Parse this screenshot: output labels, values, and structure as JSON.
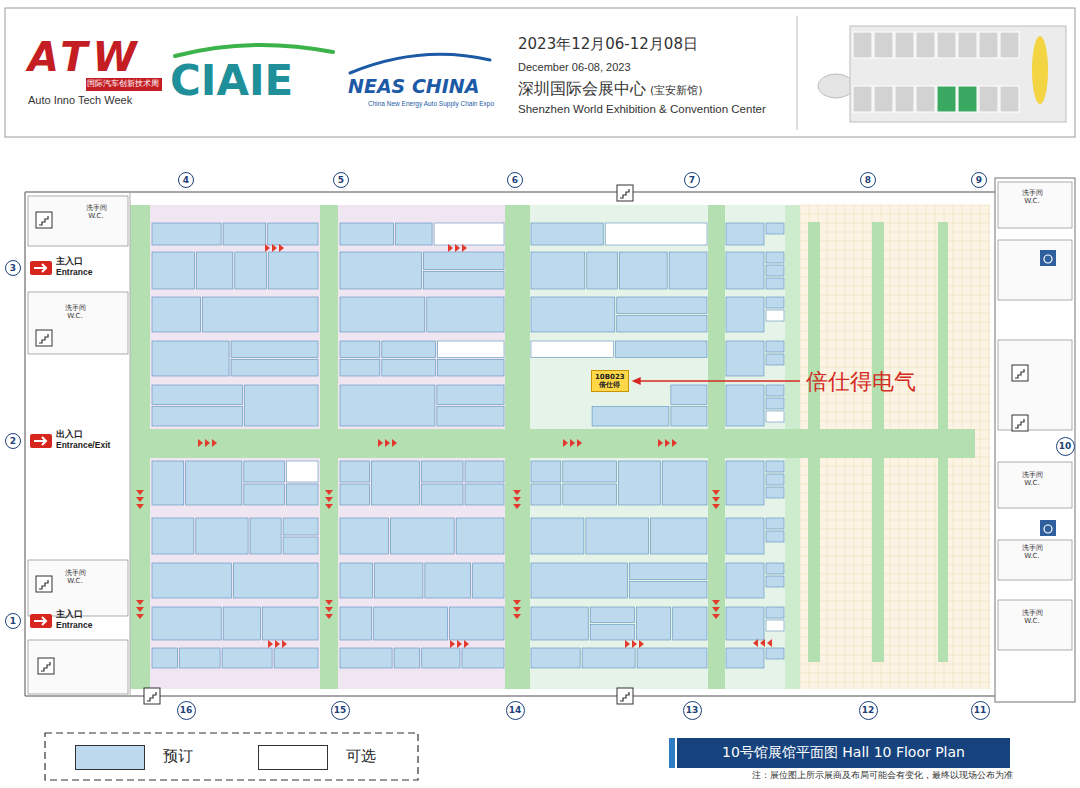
{
  "diagram": {
    "nodes": [
      {
        "text": [
          "4"
        ]
      },
      {
        "text": [
          "5"
        ]
      },
      {
        "text": [
          "6"
        ]
      },
      {
        "text": [
          "7"
        ]
      },
      {
        "text": [
          "8"
        ]
      },
      {
        "text": [
          "9"
        ]
      },
      {
        "text": [
          "16"
        ]
      },
      {
        "text": [
          "15"
        ]
      },
      {
        "text": [
          "14"
        ]
      },
      {
        "text": [
          "13"
        ]
      },
      {
        "text": [
          "12"
        ]
      },
      {
        "text": [
          "11"
        ]
      },
      {
        "text": [
          "3"
        ]
      },
      {
        "text": [
          "2"
        ]
      },
      {
        "text": [
          "1"
        ]
      },
      {
        "text": [
          "10"
        ]
      },
      {
        "text": [
          "10B023",
          "倍仕得"
        ]
      },
      {
        "text": [
          "10号馆展馆平面图 Hall 10 Floor Plan"
        ]
      }
    ],
    "labels": [
      "ATW",
      "国际汽车创新技术周",
      "Auto Inno Tech Week",
      "CIAIE",
      "NEAS CHINA",
      "China New Energy Auto Supply Chain Expo",
      "2023年12月06-12月08日",
      "December 06-08, 2023",
      "深圳国际会展中心",
      "(宝安新馆)",
      "Shenzhen World Exhibition & Convention Center",
      "主入口",
      "Entrance",
      "出入口",
      "Entrance/Exit",
      "主入口",
      "Entrance",
      "倍仕得电气",
      "注：展位图上所示展商及布局可能会有变化，最终以现场公布为准",
      "洗手间 W.C.",
      "洗手间 W.C.",
      "洗手间 W.C.",
      "洗手间 W.C.",
      "洗手间 W.C.",
      "洗手间 W.C.",
      "洗手间 W.C."
    ],
    "legend": [
      {
        "text": "预订",
        "color": "#bcd9ee"
      },
      {
        "text": "可选",
        "color": "#ffffff"
      }
    ]
  }
}
